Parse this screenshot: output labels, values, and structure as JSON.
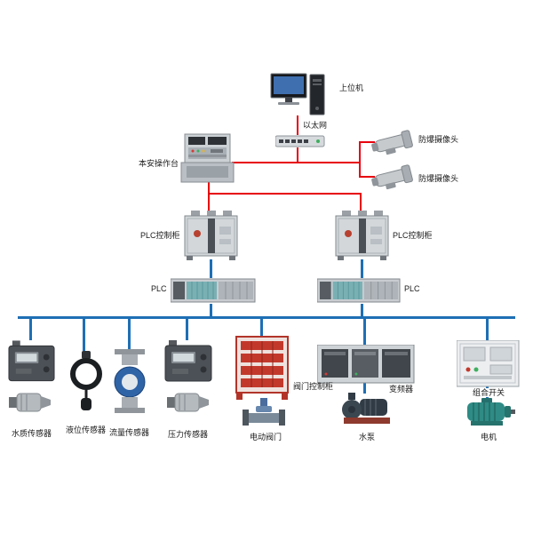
{
  "colors": {
    "network_line": "#e8000d",
    "bus_line": "#1e6fb5"
  },
  "nodes": {
    "host": {
      "label": "上位机"
    },
    "ethernet": {
      "label": "以太网"
    },
    "console": {
      "label": "本安操作台"
    },
    "camera_top": {
      "label": "防爆摄像头"
    },
    "camera_bottom": {
      "label": "防爆摄像头"
    },
    "plc_cabinet_left": {
      "label": "PLC控制柜"
    },
    "plc_cabinet_right": {
      "label": "PLC控制柜"
    },
    "plc_left": {
      "label": "PLC"
    },
    "plc_right": {
      "label": "PLC"
    },
    "valve_cabinet": {
      "label": "阀门控制柜"
    },
    "inverter": {
      "label": "变频器"
    },
    "combo_switch": {
      "label": "组合开关"
    },
    "water_quality_sensor": {
      "label": "水质传感器"
    },
    "level_sensor": {
      "label": "液位传感器"
    },
    "flow_sensor": {
      "label": "流量传感器"
    },
    "pressure_sensor": {
      "label": "压力传感器"
    },
    "electric_valve": {
      "label": "电动阀门"
    },
    "water_pump": {
      "label": "水泵"
    },
    "motor": {
      "label": "电机"
    }
  }
}
